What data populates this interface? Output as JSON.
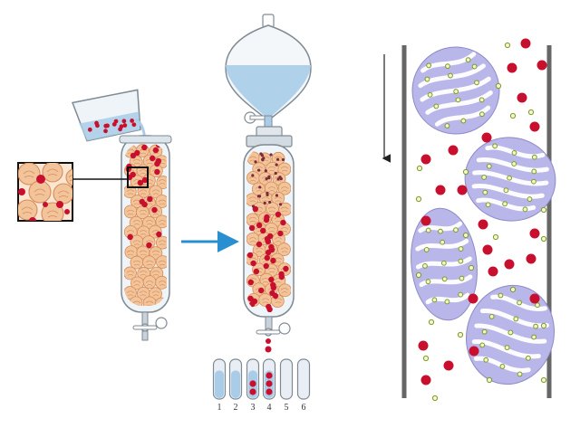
{
  "figure": {
    "colors": {
      "bead_fill": "#f2c49b",
      "bead_stroke": "#d98c54",
      "large_molecule": "#c8102e",
      "small_molecule_fill": "#f3f7c6",
      "small_molecule_stroke": "#7a9a2a",
      "buffer": "#a9cce8",
      "glass": "#e8eef3",
      "glass_stroke": "#7f8a94",
      "arrow": "#2a8fd0",
      "gel_bead": "#b9b6ea",
      "gel_channel": "#ffffff"
    },
    "collection_tubes": {
      "labels": [
        "1",
        "2",
        "3",
        "4",
        "5",
        "6"
      ]
    },
    "flow_arrow_icon": "down-arrow",
    "process_arrow_icon": "right-arrow"
  }
}
